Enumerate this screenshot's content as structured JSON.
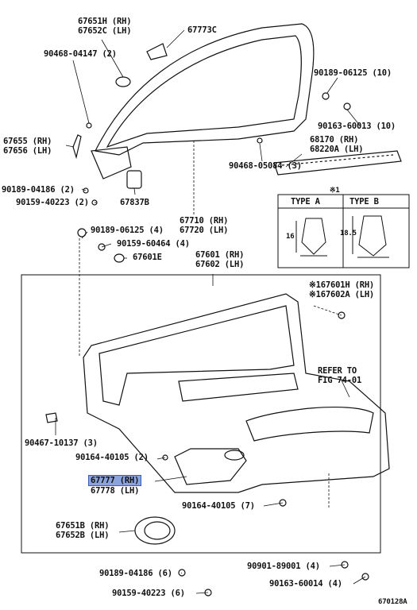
{
  "labels": {
    "p67651h": "67651H (RH)",
    "p67652c": "67652C (LH)",
    "p67773c": "67773C",
    "p90468_04147": "90468-04147 (2)",
    "p90189_06125_10": "90189-06125 (10)",
    "p90163_60013": "90163-60013 (10)",
    "p67655": "67655 (RH)",
    "p67656": "67656 (LH)",
    "p68170": "68170 (RH)",
    "p68220a": "68220A (LH)",
    "p90468_05084": "90468-05084 (3)",
    "p90189_04186_2": "90189-04186 (2)",
    "p90159_40223_2": "90159-40223 (2)",
    "p67837b": "67837B",
    "p67710": "67710 (RH)",
    "p67720": "67720 (LH)",
    "p90189_06125_4": "90189-06125 (4)",
    "p90159_60464": "90159-60464 (4)",
    "p67601e": "67601E",
    "p67601": "67601 (RH)",
    "p67602": "67602 (LH)",
    "p67601h": "※167601H (RH)",
    "p67602a": "※167602A (LH)",
    "refer1": "REFER TO",
    "refer2": "FIG 74-01",
    "p90467_10137": "90467-10137 (3)",
    "p90164_40105_2": "90164-40105 (2)",
    "p67777": "67777 (RH)",
    "p67778": "67778 (LH)",
    "p90164_40105_7": "90164-40105 (7)",
    "p67651b": "67651B (RH)",
    "p67652b": "67652B (LH)",
    "p90189_04186_6": "90189-04186 (6)",
    "p90159_40223_6": "90159-40223 (6)",
    "p90901_89001": "90901-89001 (4)",
    "p90163_60014": "90163-60014 (4)",
    "figno": "670128A"
  },
  "inset": {
    "marker": "※1",
    "type_a": "TYPE  A",
    "type_b": "TYPE  B",
    "dim_a": "16",
    "dim_b": "18.5"
  }
}
